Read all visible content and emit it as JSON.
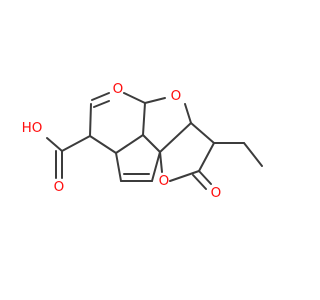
{
  "molecule": {
    "bond_color": "#3c3c3c",
    "oxygen_color": "#ff0d0d",
    "atoms": [
      {
        "id": "O_ring",
        "text": "O"
      },
      {
        "id": "O_ring2",
        "text": "O"
      },
      {
        "id": "O_lactone",
        "text": "O"
      },
      {
        "id": "O_carbonyl",
        "text": "O"
      },
      {
        "id": "O_acid",
        "text": "O"
      },
      {
        "id": "HO_acid",
        "text": "HO"
      }
    ]
  }
}
